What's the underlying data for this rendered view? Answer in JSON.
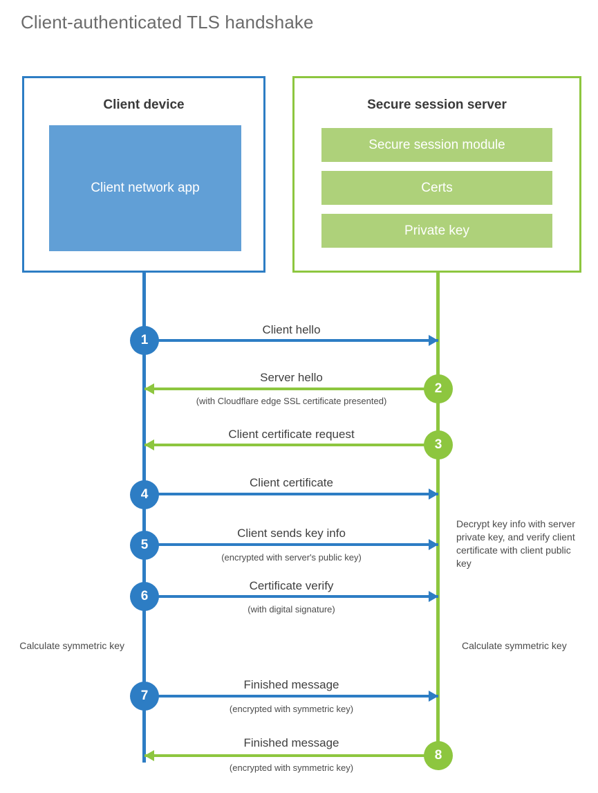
{
  "title": "Client-authenticated TLS handshake",
  "client": {
    "box_title": "Client device",
    "app_label": "Client network app",
    "border_color": "#2d7dc4",
    "app_color": "#619fd6"
  },
  "server": {
    "box_title": "Secure session server",
    "border_color": "#8dc63f",
    "bar_color": "#aed17a",
    "bars": [
      {
        "label": "Secure session module"
      },
      {
        "label": "Certs"
      },
      {
        "label": "Private key"
      }
    ]
  },
  "steps": [
    {
      "number": "1",
      "direction": "client-to-server",
      "color": "#2d7dc4",
      "label": "Client hello",
      "sub": ""
    },
    {
      "number": "2",
      "direction": "server-to-client",
      "color": "#8dc63f",
      "label": "Server hello",
      "sub": "(with Cloudflare edge SSL certificate presented)"
    },
    {
      "number": "3",
      "direction": "server-to-client",
      "color": "#8dc63f",
      "label": "Client certificate request",
      "sub": ""
    },
    {
      "number": "4",
      "direction": "client-to-server",
      "color": "#2d7dc4",
      "label": "Client certificate",
      "sub": ""
    },
    {
      "number": "5",
      "direction": "client-to-server",
      "color": "#2d7dc4",
      "label": "Client sends key info",
      "sub": "(encrypted with server's public key)"
    },
    {
      "number": "6",
      "direction": "client-to-server",
      "color": "#2d7dc4",
      "label": "Certificate verify",
      "sub": "(with digital signature)"
    },
    {
      "number": "7",
      "direction": "client-to-server",
      "color": "#2d7dc4",
      "label": "Finished message",
      "sub": "(encrypted with symmetric key)"
    },
    {
      "number": "8",
      "direction": "server-to-client",
      "color": "#8dc63f",
      "label": "Finished message",
      "sub": "(encrypted with symmetric key)"
    }
  ],
  "annotations": {
    "server_decrypt": "Decrypt key info with server private key, and verify client certificate with client public key",
    "client_calc": "Calculate symmetric key",
    "server_calc": "Calculate symmetric key"
  }
}
